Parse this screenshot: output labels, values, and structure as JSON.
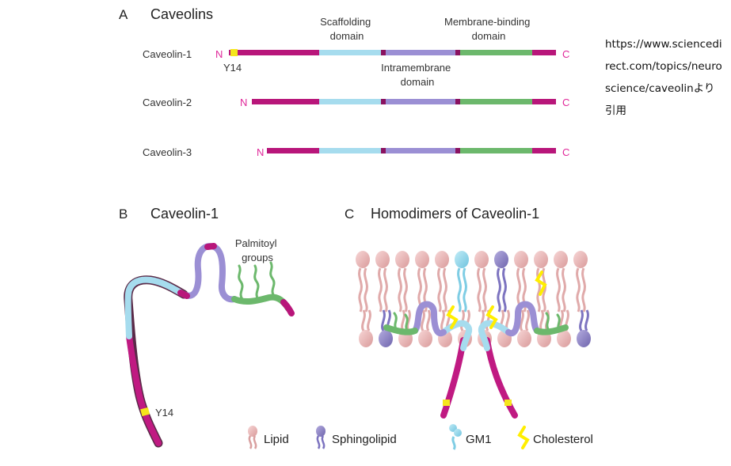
{
  "source_note": "https://www.sciencedirect.com/topics/neuroscience/caveolinより引用",
  "colors": {
    "n_c_terminus": "#e0289a",
    "n_terminal_region": "#b8167a",
    "scaffolding": "#a6dcee",
    "intramembrane": "#9b8fd4",
    "membrane_binding": "#6cb86c",
    "tyrosine": "#f5e61c",
    "lipid": "#eeb9b9",
    "sphingolipid": "#8f86cc",
    "gm1": "#8fd6ea",
    "cholesterol": "#ffee00"
  },
  "panel_a": {
    "letter": "A",
    "title": "Caveolins",
    "domains": {
      "scaffolding": "Scaffolding\ndomain",
      "intramembrane": "Intramembrane\ndomain",
      "membrane_binding": "Membrane-binding\ndomain"
    },
    "n_label": "N",
    "c_label": "C",
    "y14_label": "Y14",
    "proteins": [
      {
        "name": "Caveolin-1"
      },
      {
        "name": "Caveolin-2"
      },
      {
        "name": "Caveolin-3"
      }
    ]
  },
  "panel_b": {
    "letter": "B",
    "title": "Caveolin-1",
    "palmitoyl_label": "Palmitoyl\ngroups",
    "y14_label": "Y14"
  },
  "panel_c": {
    "letter": "C",
    "title": "Homodimers of Caveolin-1"
  },
  "legend": [
    {
      "label": "Lipid",
      "icon": "lipid-icon"
    },
    {
      "label": "Sphingolipid",
      "icon": "sphingolipid-icon"
    },
    {
      "label": "GM1",
      "icon": "gm1-icon"
    },
    {
      "label": "Cholesterol",
      "icon": "cholesterol-icon"
    }
  ]
}
